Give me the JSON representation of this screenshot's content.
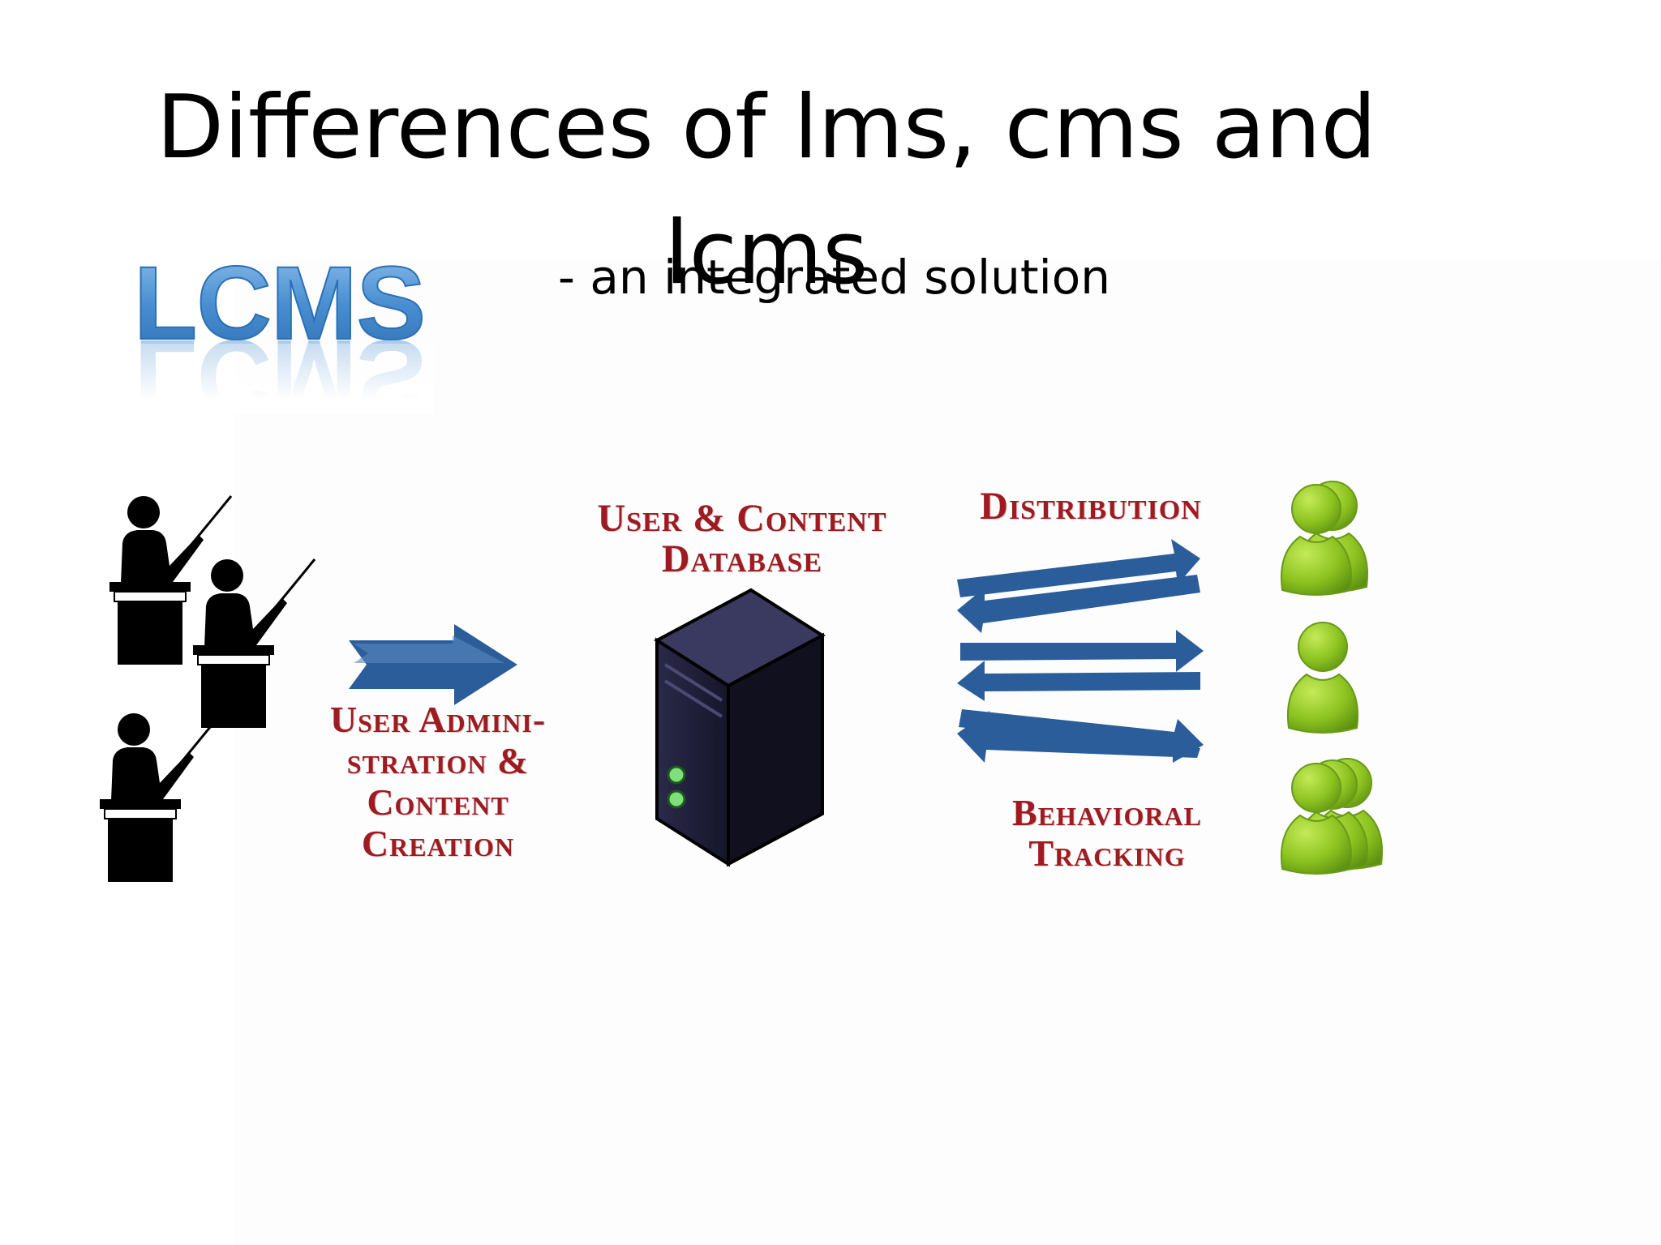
{
  "slide": {
    "title_line1": "Differences of lms, cms and",
    "title_line2": "lcms",
    "subtitle": "- an integrated solution"
  },
  "logo": {
    "text": "LCMS"
  },
  "diagram": {
    "label_database_line1": "User & Content",
    "label_database_line2": "Database",
    "label_admin_line1": "User Admini-",
    "label_admin_line2": "stration &",
    "label_admin_line3": "Content",
    "label_admin_line4": "Creation",
    "label_distribution": "Distribution",
    "label_tracking_line1": "Behavioral",
    "label_tracking_line2": "Tracking"
  },
  "colors": {
    "label_red": "#9c1c22",
    "arrow_blue": "#2a5d99",
    "learner_green": "#8cc320",
    "logo_blue": "#3d7fc4",
    "server_navy": "#1c1c34"
  },
  "icons": {
    "instructors": "instructor-at-podium-icon",
    "admin_arrow": "right-arrow-icon",
    "database": "server-tower-icon",
    "exchange_arrows": "bidirectional-arrows-icon",
    "learners": "user-group-icon"
  }
}
